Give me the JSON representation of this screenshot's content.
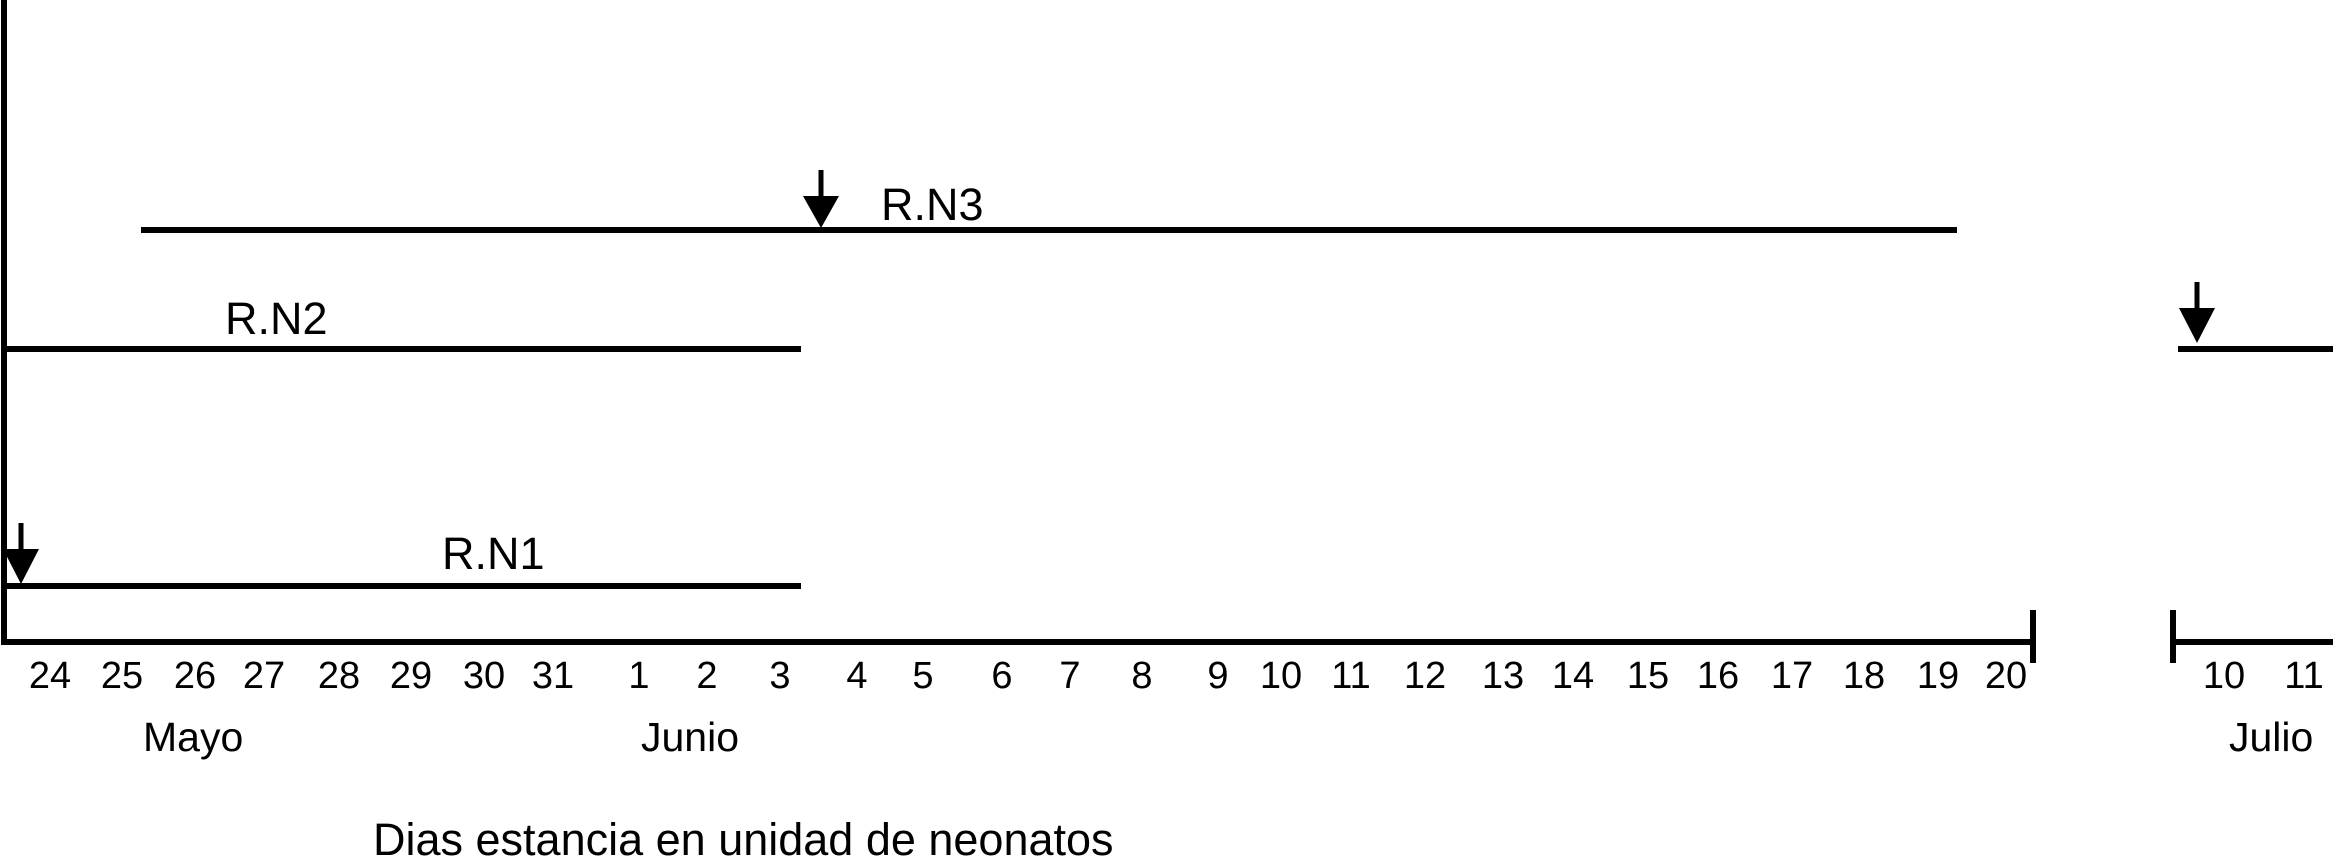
{
  "timeline": {
    "caption": "Dias estancia en unidad de neonatos",
    "line_color": "#000000",
    "days": [
      "24",
      "25",
      "26",
      "27",
      "28",
      "29",
      "30",
      "31",
      "1",
      "2",
      "3",
      "4",
      "5",
      "6",
      "7",
      "8",
      "9",
      "10",
      "11",
      "12",
      "13",
      "14",
      "15",
      "16",
      "17",
      "18",
      "19",
      "20",
      "10",
      "11"
    ],
    "months": [
      {
        "label": "Mayo"
      },
      {
        "label": "Junio"
      },
      {
        "label": "Julio"
      }
    ],
    "patients": [
      {
        "label": "R.N3",
        "start": "25 Mayo",
        "end": "19 Junio",
        "arrow": "3 Junio"
      },
      {
        "label": "R.N2",
        "start": "24 Mayo",
        "end": "3 Junio",
        "continues": "10 Julio",
        "arrow": "10 Julio"
      },
      {
        "label": "R.N1",
        "start": "24 Mayo",
        "end": "3 Junio",
        "arrow": "24 Mayo"
      }
    ]
  }
}
